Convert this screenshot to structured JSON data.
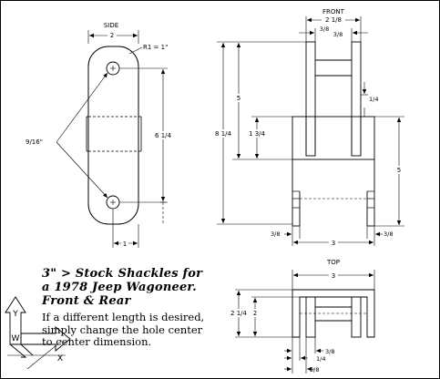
{
  "views": {
    "side": {
      "title": "SIDE",
      "width_dim": "2",
      "radius_dim": "R1 = 1\"",
      "hole_dim": "9/16\"",
      "center_dim": "6 1/4",
      "offset_dim": "1"
    },
    "front": {
      "title": "FRONT",
      "overall_width_dim": "2 1/8",
      "plate_dim_left": "3/8",
      "plate_dim_right": "3/8",
      "upper_height_dim": "5",
      "overall_height_dim": "8 1/4",
      "overlap_dim": "1 3/4",
      "flange_dim": "1/4",
      "lower_height_dim": "5",
      "base_width_dim": "3",
      "bottom_left_dim": "3/8",
      "bottom_right_dim": "3/8"
    },
    "top": {
      "title": "TOP",
      "width_dim": "3",
      "outer_height_dim": "2 1/4",
      "inner_height_dim": "2",
      "dim_a": "3/8",
      "dim_b": "1/4",
      "dim_c": "5/8"
    }
  },
  "title_block": {
    "line1": "3\" > Stock Shackles for",
    "line2": "a 1978 Jeep Wagoneer.",
    "line3": "Front & Rear"
  },
  "notes": {
    "line1": "If a different length is desired,",
    "line2": "simply change the hole center",
    "line3": "to center dimension."
  },
  "axes": {
    "label_y": "Y",
    "label_w": "W",
    "label_x": "X"
  }
}
